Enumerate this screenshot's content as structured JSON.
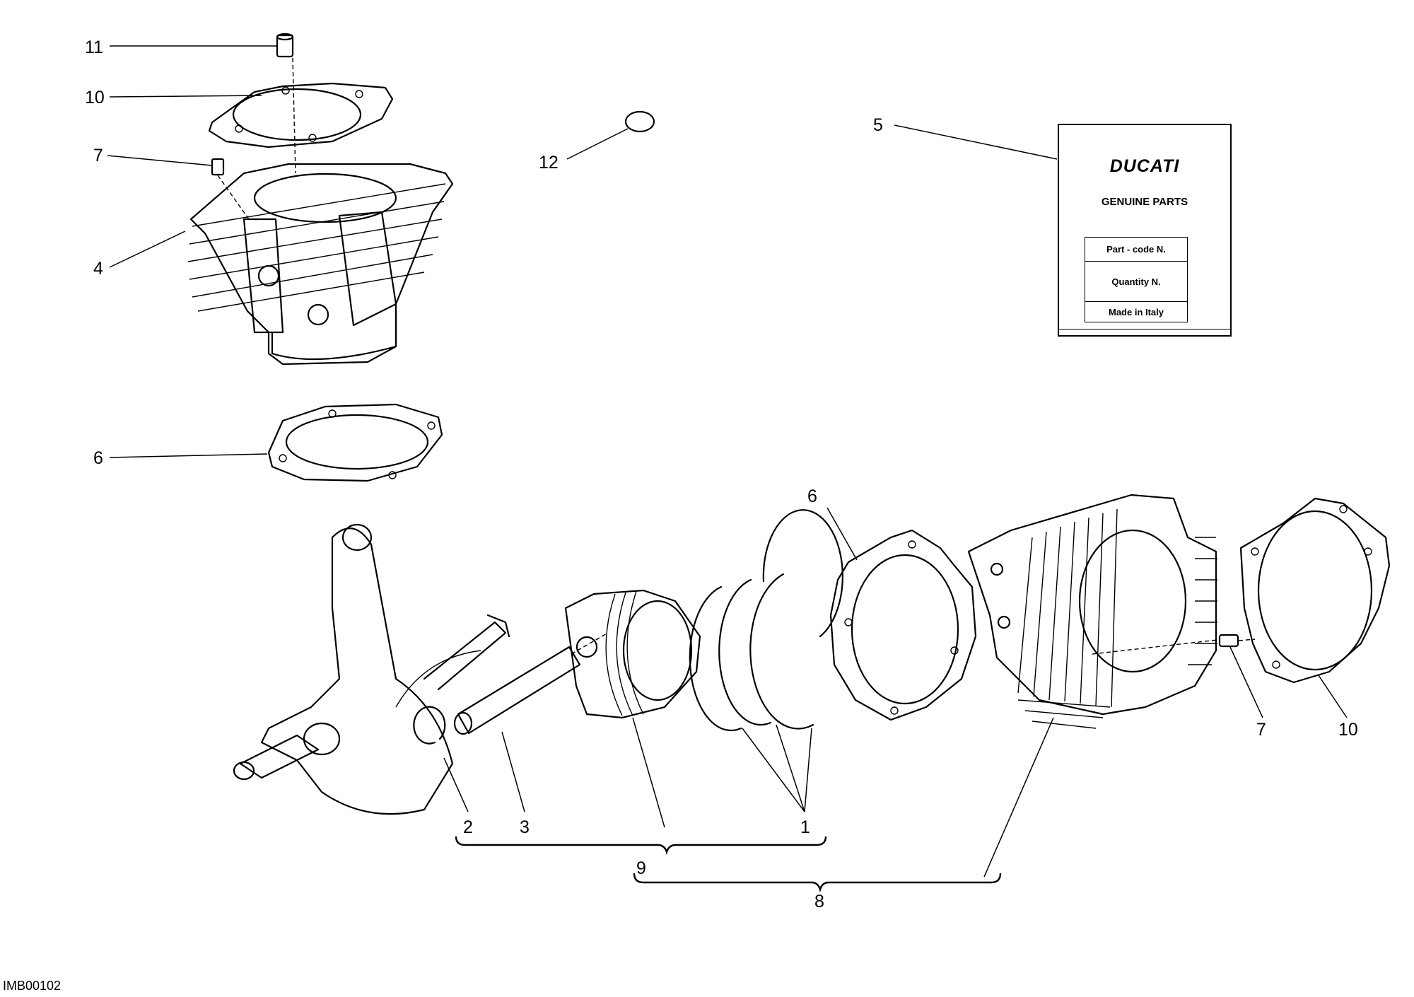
{
  "diagram": {
    "image_id": "IMB00102",
    "callouts": [
      {
        "id": "c11",
        "text": "11"
      },
      {
        "id": "c10a",
        "text": "10"
      },
      {
        "id": "c7a",
        "text": "7"
      },
      {
        "id": "c4",
        "text": "4"
      },
      {
        "id": "c6a",
        "text": "6"
      },
      {
        "id": "c12",
        "text": "12"
      },
      {
        "id": "c5",
        "text": "5"
      },
      {
        "id": "c6b",
        "text": "6"
      },
      {
        "id": "c7b",
        "text": "7"
      },
      {
        "id": "c10b",
        "text": "10"
      },
      {
        "id": "c2",
        "text": "2"
      },
      {
        "id": "c3",
        "text": "3"
      },
      {
        "id": "c1",
        "text": "1"
      },
      {
        "id": "c9",
        "text": "9"
      },
      {
        "id": "c8",
        "text": "8"
      }
    ]
  },
  "parts_label": {
    "brand": "DUCATI",
    "subtitle": "GENUINE PARTS",
    "rows": [
      "Part - code N.",
      "Quantity N.",
      "Made in Italy"
    ]
  }
}
